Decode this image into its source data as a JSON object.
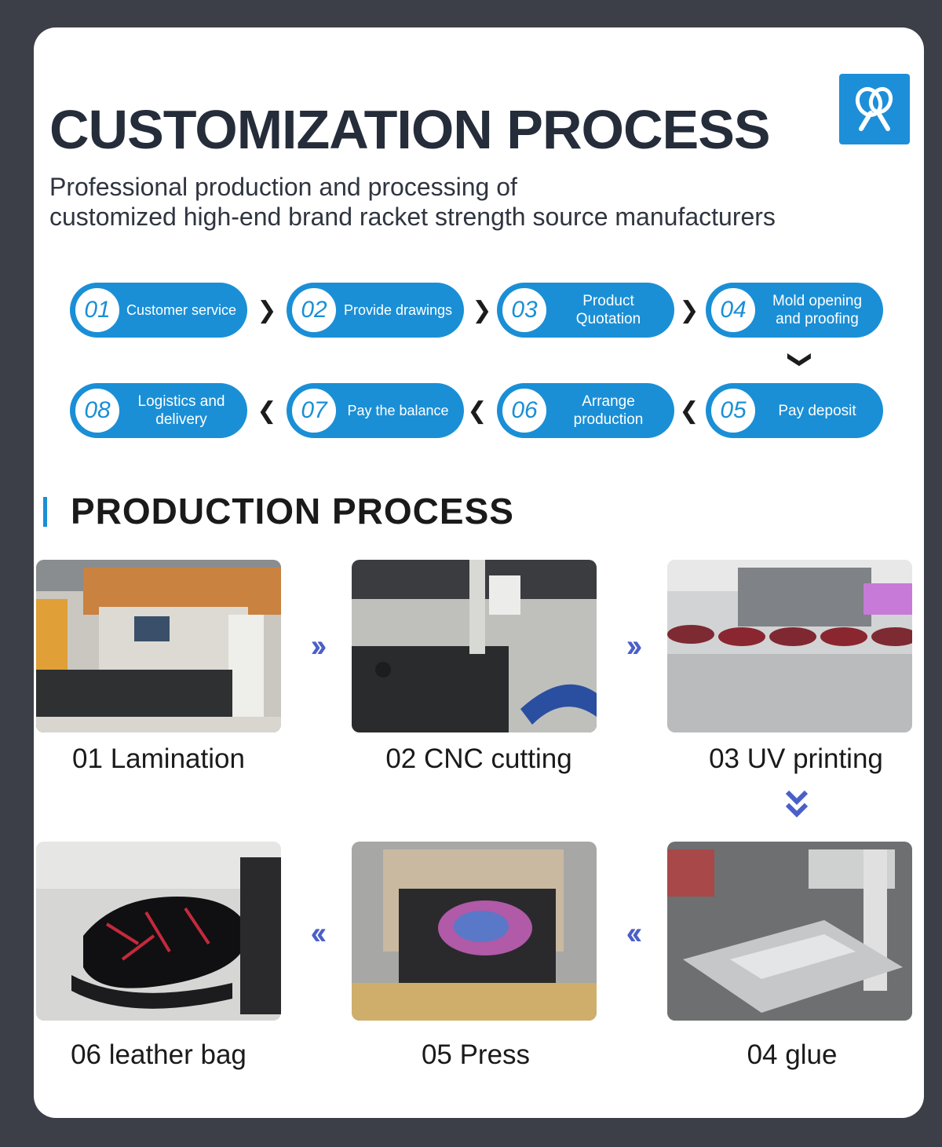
{
  "header": {
    "title": "CUSTOMIZATION PROCESS",
    "subtitle_line1": "Professional production and processing of",
    "subtitle_line2": "customized high-end brand racket strength source manufacturers",
    "logo_icon": "racket-logo-icon"
  },
  "steps": [
    {
      "num": "01",
      "label": "Customer service"
    },
    {
      "num": "02",
      "label": "Provide drawings"
    },
    {
      "num": "03",
      "label": "Product\nQuotation"
    },
    {
      "num": "04",
      "label": "Mold opening\nand proofing"
    },
    {
      "num": "05",
      "label": "Pay deposit"
    },
    {
      "num": "06",
      "label": "Arrange\nproduction"
    },
    {
      "num": "07",
      "label": "Pay the balance"
    },
    {
      "num": "08",
      "label": "Logistics and\ndelivery"
    }
  ],
  "production": {
    "title": "PRODUCTION PROCESS",
    "stages": [
      {
        "caption": "01 Lamination"
      },
      {
        "caption": "02 CNC cutting"
      },
      {
        "caption": "03 UV printing"
      },
      {
        "caption": "04 glue"
      },
      {
        "caption": "05 Press"
      },
      {
        "caption": "06 leather bag"
      }
    ]
  },
  "colors": {
    "accent": "#1a8fd6",
    "flow_arrow": "#4b5fc8",
    "title": "#252c3a",
    "background": "#3c3f47"
  }
}
